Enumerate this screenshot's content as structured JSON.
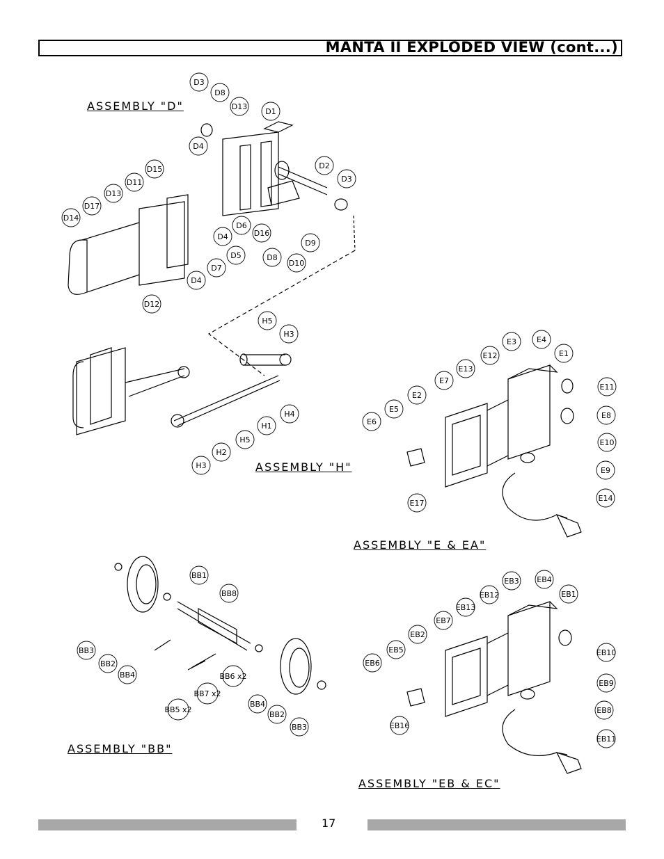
{
  "header": {
    "title": "MANTA II EXPLODED VIEW (cont...)"
  },
  "assemblies": {
    "d": "ASSEMBLY \"D\"",
    "h": "ASSEMBLY \"H\"",
    "e": "ASSEMBLY \"E & EA\"",
    "bb": "ASSEMBLY \"BB\"",
    "eb": "ASSEMBLY \"EB & EC\""
  },
  "callouts": {
    "d": [
      "D3",
      "D8",
      "D13",
      "D1",
      "D4",
      "D2",
      "D3",
      "D15",
      "D11",
      "D13",
      "D17",
      "D14",
      "D6",
      "D16",
      "D9",
      "D4",
      "D5",
      "D8",
      "D10",
      "D7",
      "D4",
      "D12"
    ],
    "h": [
      "H5",
      "H3",
      "H4",
      "H1",
      "H5",
      "H2",
      "H3"
    ],
    "e": [
      "E3",
      "E4",
      "E1",
      "E12",
      "E13",
      "E7",
      "E2",
      "E5",
      "E6",
      "E11",
      "E8",
      "E10",
      "E9",
      "E14",
      "E17"
    ],
    "bb": [
      "BB1",
      "BB8",
      "BB3",
      "BB2",
      "BB4",
      "BB6 x2",
      "BB7 x2",
      "BB5 x2",
      "BB4",
      "BB2",
      "BB3"
    ],
    "eb": [
      "EB3",
      "EB4",
      "EB12",
      "EB1",
      "EB13",
      "EB7",
      "EB2",
      "EB5",
      "EB6",
      "EB10",
      "EB9",
      "EB8",
      "EB11",
      "EB16"
    ]
  },
  "footer": {
    "page_number": "17"
  }
}
